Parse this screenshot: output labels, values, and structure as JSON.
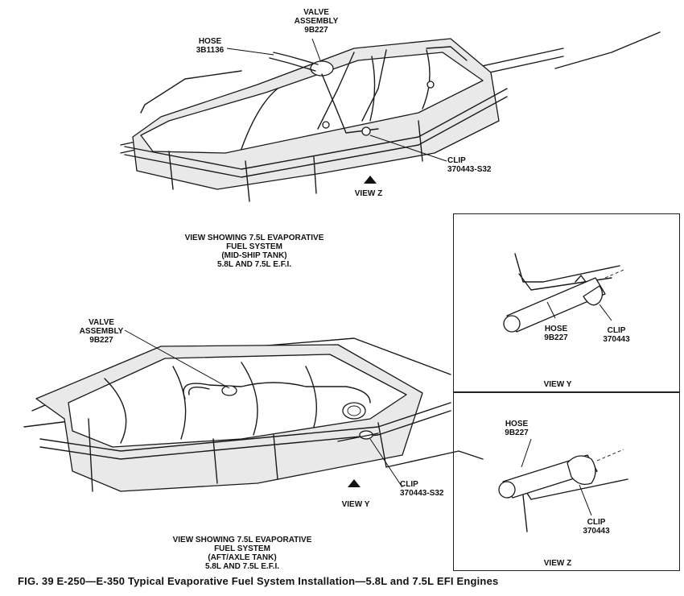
{
  "top_diagram": {
    "valve_label": [
      "VALVE",
      "ASSEMBLY",
      "9B227"
    ],
    "hose_label": [
      "HOSE",
      "3B1136"
    ],
    "clip_label": [
      "CLIP",
      "370443-S32"
    ],
    "view_label": "VIEW Z",
    "caption": [
      "VIEW SHOWING 7.5L EVAPORATIVE",
      "FUEL SYSTEM",
      "(MID-SHIP TANK)",
      "5.8L AND 7.5L E.F.I."
    ]
  },
  "bottom_diagram": {
    "valve_label": [
      "VALVE",
      "ASSEMBLY",
      "9B227"
    ],
    "clip_label": [
      "CLIP",
      "370443-S32"
    ],
    "view_label": "VIEW Y",
    "caption": [
      "VIEW SHOWING 7.5L EVAPORATIVE",
      "FUEL SYSTEM",
      "(AFT/AXLE TANK)",
      "5.8L AND 7.5L E.F.I."
    ]
  },
  "view_y_panel": {
    "hose_label": [
      "HOSE",
      "9B227"
    ],
    "clip_label": [
      "CLIP",
      "370443"
    ],
    "title": "VIEW Y"
  },
  "view_z_panel": {
    "hose_label": [
      "HOSE",
      "9B227"
    ],
    "clip_label": [
      "CLIP",
      "370443"
    ],
    "title": "VIEW Z"
  },
  "figure_caption": "FIG. 39 E-250—E-350 Typical Evaporative Fuel System Installation—5.8L and 7.5L EFI Engines"
}
